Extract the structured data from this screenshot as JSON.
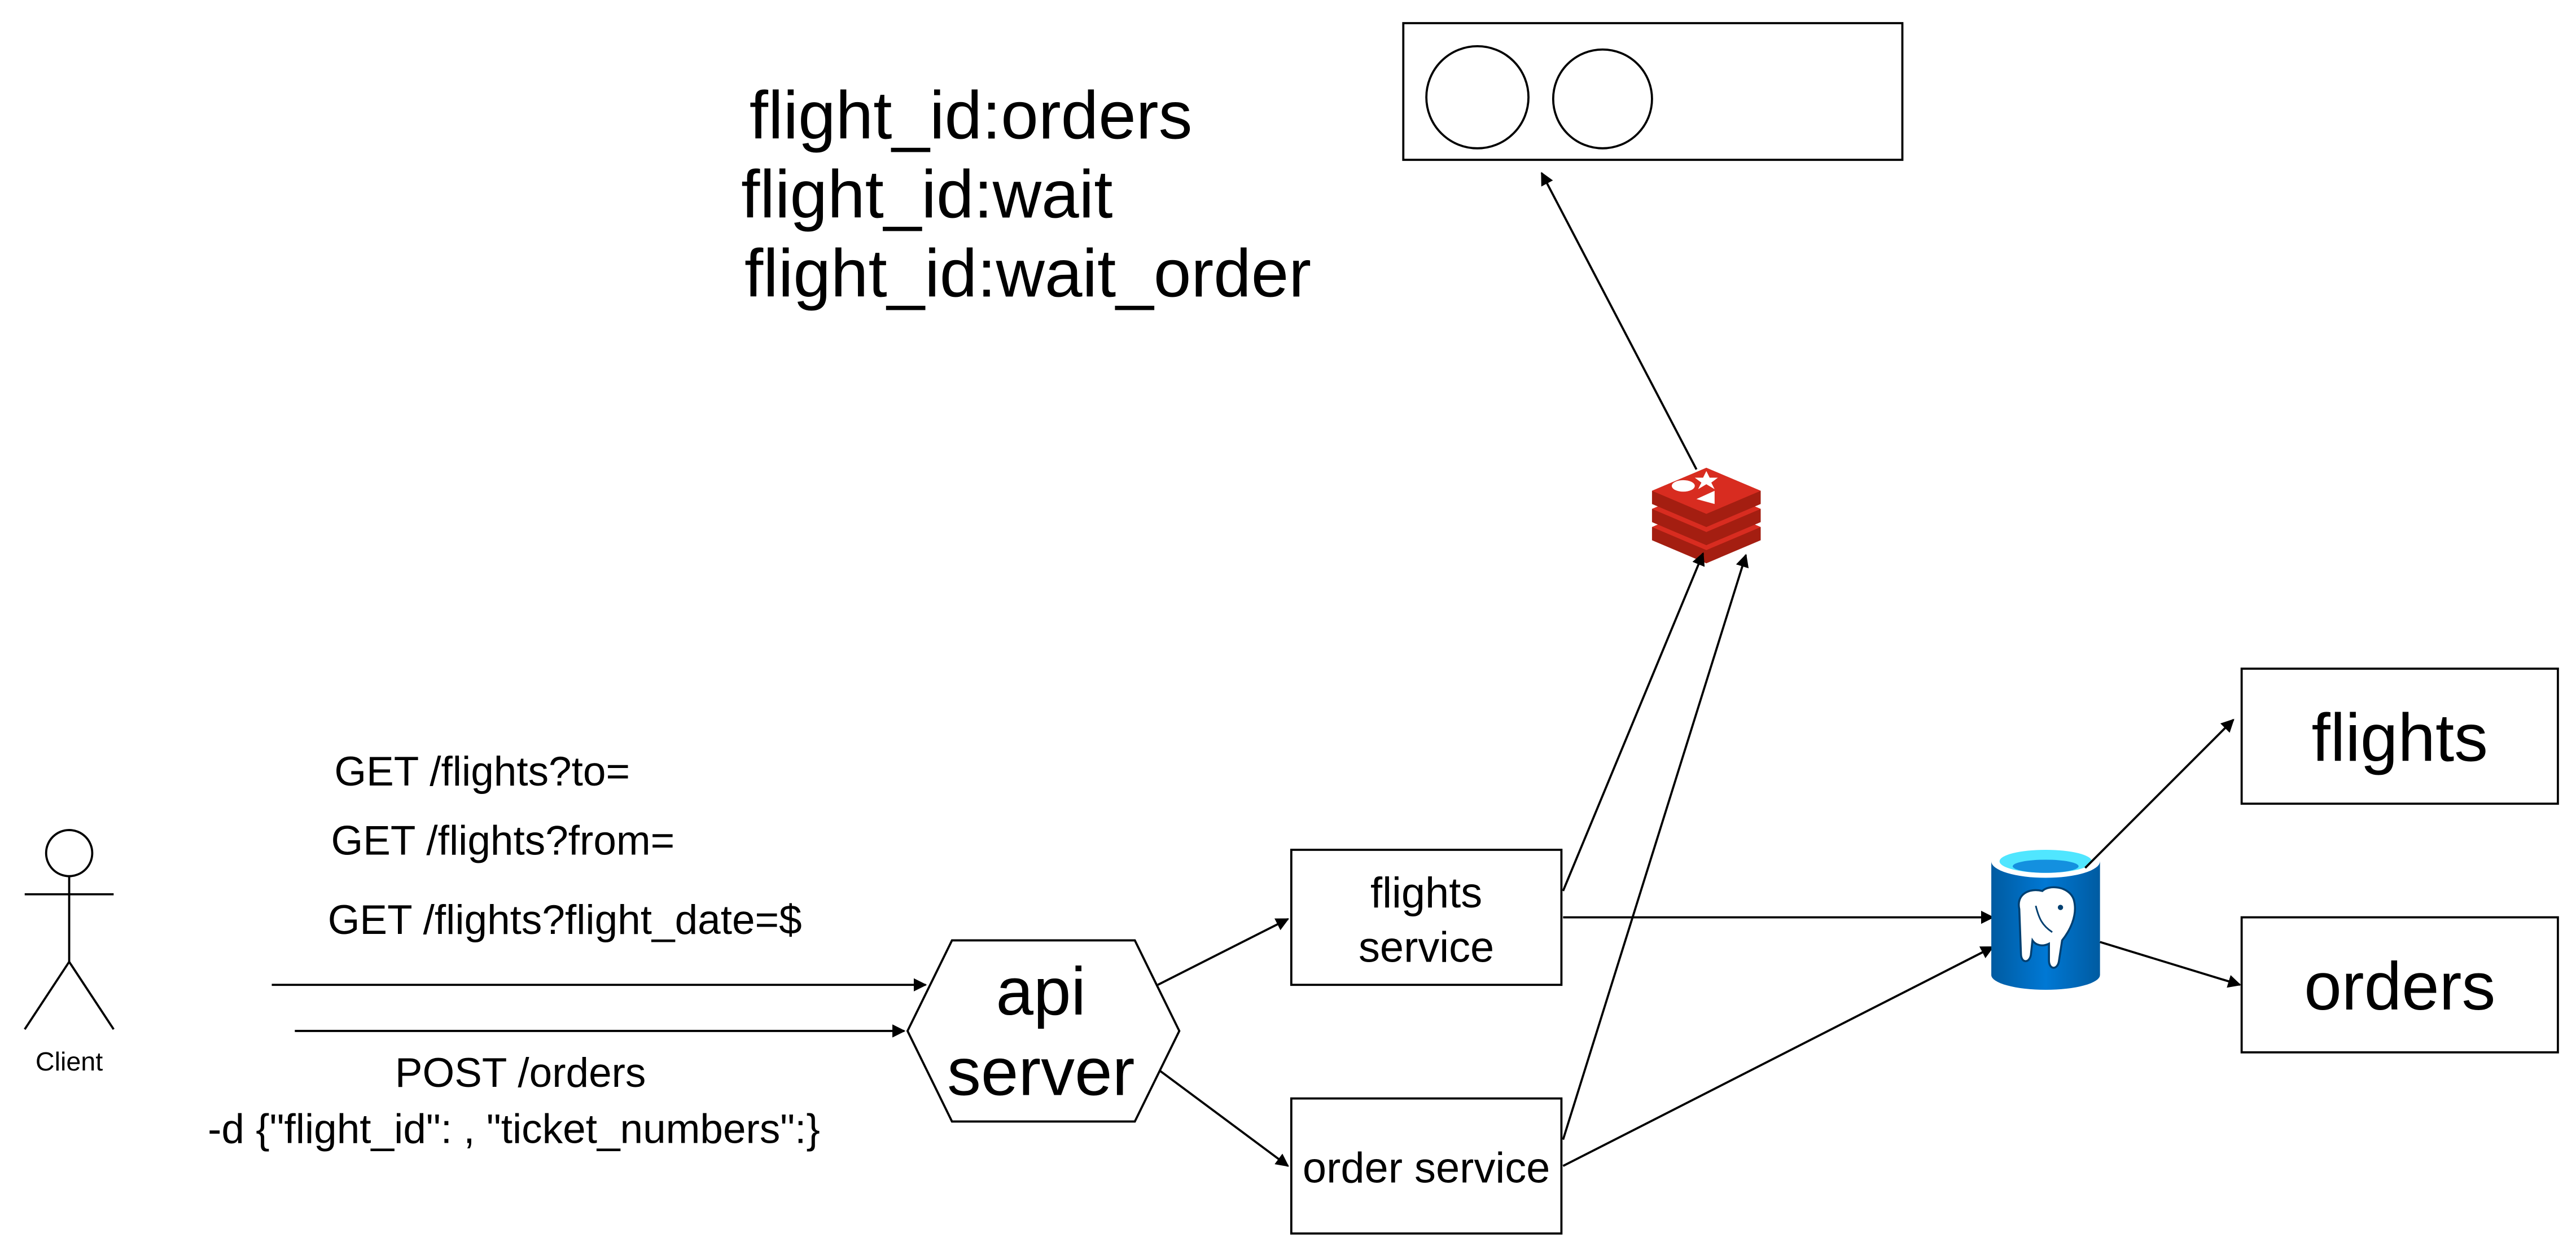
{
  "actor": {
    "label": "Client"
  },
  "requests": {
    "get_to": "GET /flights?to=",
    "get_from": "GET /flights?from=",
    "get_date": "GET /flights?flight_date=$",
    "post_line1": "POST /orders",
    "post_line2": "-d {\"flight_id\": , \"ticket_numbers\":}"
  },
  "api_server": {
    "line1": "api",
    "line2": "server"
  },
  "services": {
    "flights_line1": "flights",
    "flights_line2": "service",
    "order": "order service"
  },
  "redis_keys": {
    "key1": "flight_id:orders",
    "key2": "flight_id:wait",
    "key3": "flight_id:wait_order"
  },
  "tables": {
    "flights": "flights",
    "orders": "orders"
  },
  "icons": {
    "redis": "redis-icon",
    "postgres": "postgresql-icon",
    "redis_color": "#C6302B",
    "postgres_color": "#0072C6"
  }
}
